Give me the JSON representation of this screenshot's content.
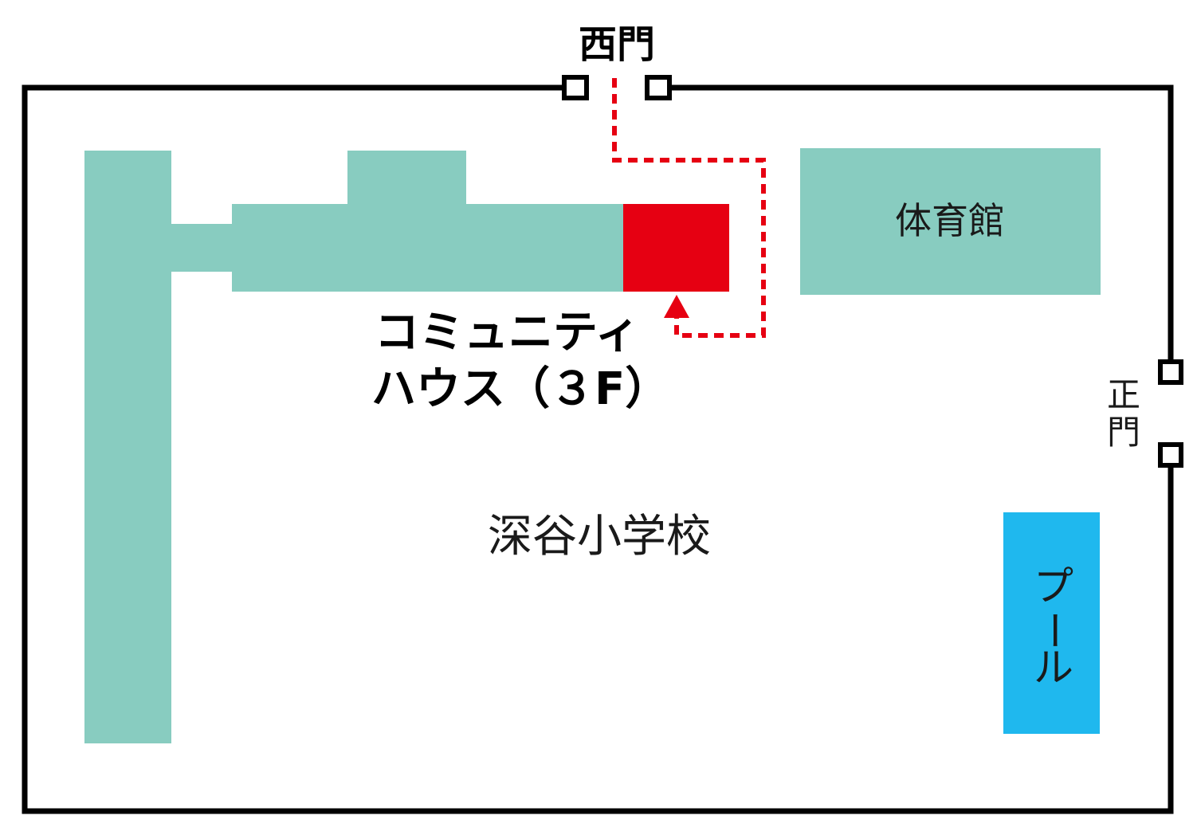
{
  "labels": {
    "west_gate": "西門",
    "main_gate": [
      "正",
      "門"
    ],
    "community_house_line1": "コミュニティ",
    "community_house_line2": "ハウス（３F）",
    "gym": "体育館",
    "school": "深谷小学校",
    "pool": [
      "プ",
      "ー",
      "ル"
    ]
  },
  "colors": {
    "building": "#88ccc0",
    "community_house": "#e60012",
    "pool": "#1fb8ee",
    "route": "#e60012",
    "boundary": "#000000"
  }
}
